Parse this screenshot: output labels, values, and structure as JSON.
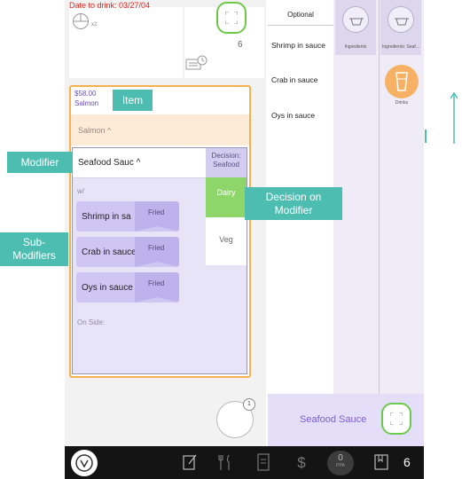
{
  "ticket": {
    "date_to_drink": "Date to drink: 03/27/04",
    "seat_multiplier": "x2",
    "seat_number": "6"
  },
  "item": {
    "price": "$58.00",
    "name": "Salmon",
    "header": "Salmon ^"
  },
  "modifier": {
    "name": "Seafood Sauc ^",
    "with_label": "w/",
    "on_side_label": "On Side:",
    "sub_modifiers": [
      {
        "name": "Shrimp in sa",
        "tag": "Fried"
      },
      {
        "name": "Crab in sauce",
        "tag": "Fried"
      },
      {
        "name": "Oys in sauce",
        "tag": "Fried"
      }
    ],
    "decision_header": [
      "Decision:",
      "Seafood"
    ],
    "decisions": [
      "Dairy",
      "Veg"
    ],
    "selected_decision": "Dairy"
  },
  "guest_badge": "1",
  "right_panel": {
    "optional_header": "Optional",
    "optional_items": [
      "Shrimp in sauce",
      "Crab in sauce",
      "Oys in sauce"
    ],
    "categories": [
      {
        "label": "Ingredients",
        "icon": "pot-icon"
      },
      {
        "label": "Ingredients: Seaf...",
        "icon": "pot-icon"
      },
      {
        "label": "Drinks",
        "icon": "glass-icon"
      }
    ],
    "bottom_label": "Seafood Sauce"
  },
  "toolbar": {
    "ppa_value": "0",
    "ppa_label": "PPA",
    "seat_count": "6"
  },
  "annotations": {
    "item": "Item",
    "modifier": "Modifier",
    "decision": "Decision on Modifier",
    "sub_modifiers": "Sub-Modifiers"
  },
  "colors": {
    "accent_purple": "#6b4fc4",
    "decision_green": "#8ed66a",
    "callout_teal": "#4dbdb2",
    "item_border": "#f5b14e",
    "drinks_orange": "#f7b165"
  }
}
